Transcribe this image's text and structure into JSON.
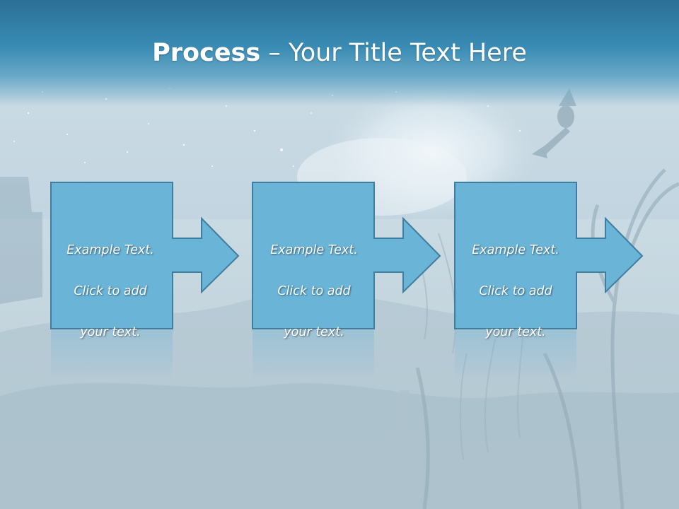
{
  "slide": {
    "title_bold": "Process",
    "title_rest": " – Your Title Text Here"
  },
  "process": {
    "steps": [
      {
        "line1": "Example Text.",
        "line2": "Click  to add",
        "line3": "your text."
      },
      {
        "line1": "Example Text.",
        "line2": "Click  to add",
        "line3": "your text."
      },
      {
        "line1": "Example Text.",
        "line2": "Click  to add",
        "line3": "your text."
      }
    ]
  },
  "colors": {
    "title_bar": "#2b6f96",
    "box_fill": "#6ab4d8",
    "box_border": "#3f7e9f",
    "text": "#ffffff"
  }
}
